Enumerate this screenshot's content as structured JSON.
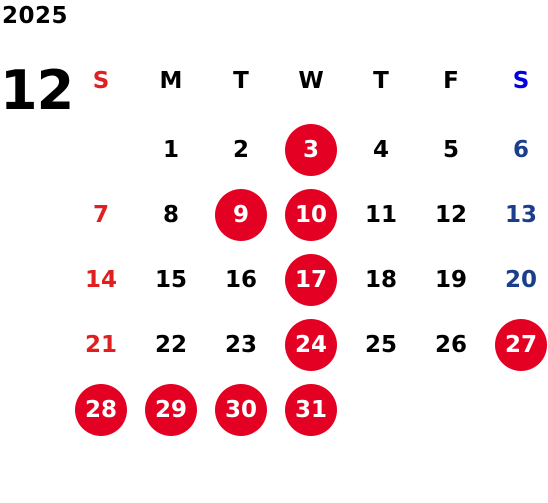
{
  "year": "2025",
  "month": "12",
  "colors": {
    "highlight": "#e30022",
    "sunday": "#e02020",
    "saturday": "#1a3e8c",
    "saturday_header": "#0000e0",
    "text": "#000000"
  },
  "weekdays": [
    {
      "label": "S",
      "kind": "sunday"
    },
    {
      "label": "M",
      "kind": "weekday"
    },
    {
      "label": "T",
      "kind": "weekday"
    },
    {
      "label": "W",
      "kind": "weekday"
    },
    {
      "label": "T",
      "kind": "weekday"
    },
    {
      "label": "F",
      "kind": "weekday"
    },
    {
      "label": "S",
      "kind": "saturday"
    }
  ],
  "first_weekday_index": 1,
  "days": [
    {
      "label": "1",
      "highlight": false
    },
    {
      "label": "2",
      "highlight": false
    },
    {
      "label": "3",
      "highlight": true
    },
    {
      "label": "4",
      "highlight": false
    },
    {
      "label": "5",
      "highlight": false
    },
    {
      "label": "6",
      "highlight": false
    },
    {
      "label": "7",
      "highlight": false
    },
    {
      "label": "8",
      "highlight": false
    },
    {
      "label": "9",
      "highlight": true
    },
    {
      "label": "10",
      "highlight": true
    },
    {
      "label": "11",
      "highlight": false
    },
    {
      "label": "12",
      "highlight": false
    },
    {
      "label": "13",
      "highlight": false
    },
    {
      "label": "14",
      "highlight": false
    },
    {
      "label": "15",
      "highlight": false
    },
    {
      "label": "16",
      "highlight": false
    },
    {
      "label": "17",
      "highlight": true
    },
    {
      "label": "18",
      "highlight": false
    },
    {
      "label": "19",
      "highlight": false
    },
    {
      "label": "20",
      "highlight": false
    },
    {
      "label": "21",
      "highlight": false
    },
    {
      "label": "22",
      "highlight": false
    },
    {
      "label": "23",
      "highlight": false
    },
    {
      "label": "24",
      "highlight": true
    },
    {
      "label": "25",
      "highlight": false
    },
    {
      "label": "26",
      "highlight": false
    },
    {
      "label": "27",
      "highlight": true
    },
    {
      "label": "28",
      "highlight": true
    },
    {
      "label": "29",
      "highlight": true
    },
    {
      "label": "30",
      "highlight": true
    },
    {
      "label": "31",
      "highlight": true
    }
  ]
}
